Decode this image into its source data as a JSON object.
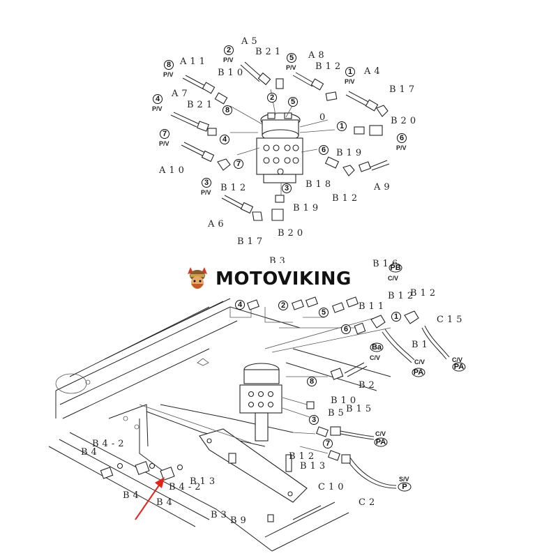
{
  "brand": {
    "name": "MOTOVIKING"
  },
  "top_diagram": {
    "labels": [
      {
        "text": "A5"
      },
      {
        "text": "B21"
      },
      {
        "text": "A8"
      },
      {
        "text": "B12"
      },
      {
        "text": "A4"
      },
      {
        "text": "A11"
      },
      {
        "text": "B10"
      },
      {
        "text": "A7"
      },
      {
        "text": "B21"
      },
      {
        "text": "B17"
      },
      {
        "text": "B20"
      },
      {
        "text": "B19"
      },
      {
        "text": "A10"
      },
      {
        "text": "B12"
      },
      {
        "text": "B18"
      },
      {
        "text": "B12"
      },
      {
        "text": "A9"
      },
      {
        "text": "B19"
      },
      {
        "text": "A6"
      },
      {
        "text": "B17"
      },
      {
        "text": "B20"
      },
      {
        "text": "0"
      }
    ],
    "port_tags": [
      {
        "num": "2",
        "tag": "P/V"
      },
      {
        "num": "5",
        "tag": "P/V"
      },
      {
        "num": "1",
        "tag": "P/V"
      },
      {
        "num": "8",
        "tag": "P/V"
      },
      {
        "num": "4",
        "tag": "P/V"
      },
      {
        "num": "7",
        "tag": "P/V"
      },
      {
        "num": "3",
        "tag": "P/V"
      },
      {
        "num": "6",
        "tag": "P/V"
      }
    ],
    "inner_numbers": [
      "2",
      "8",
      "5",
      "1",
      "4",
      "7",
      "6",
      "3"
    ]
  },
  "bottom_diagram": {
    "labels": [
      {
        "text": "B3"
      },
      {
        "text": "B16"
      },
      {
        "text": "B12"
      },
      {
        "text": "B12"
      },
      {
        "text": "B11"
      },
      {
        "text": "C15"
      },
      {
        "text": "B1"
      },
      {
        "text": "B2"
      },
      {
        "text": "B10"
      },
      {
        "text": "B5"
      },
      {
        "text": "B15"
      },
      {
        "text": "B12"
      },
      {
        "text": "B13"
      },
      {
        "text": "C10"
      },
      {
        "text": "C2"
      },
      {
        "text": "B4-2"
      },
      {
        "text": "B4"
      },
      {
        "text": "B4"
      },
      {
        "text": "B4-2"
      },
      {
        "text": "B4"
      },
      {
        "text": "B13"
      },
      {
        "text": "B3"
      },
      {
        "text": "B9"
      }
    ],
    "valve_tags": [
      {
        "circle": "PB",
        "tag": "C/V"
      },
      {
        "circle": "Ba",
        "tag": "C/V"
      },
      {
        "circle": "PA",
        "tag": "C/V"
      },
      {
        "circle": "PA",
        "tag": "C/V"
      },
      {
        "circle": "PA",
        "tag": "C/V"
      },
      {
        "circle": "P",
        "tag": "S/V"
      }
    ],
    "port_numbers": [
      "4",
      "2",
      "5",
      "1",
      "6",
      "8",
      "3",
      "7"
    ]
  }
}
